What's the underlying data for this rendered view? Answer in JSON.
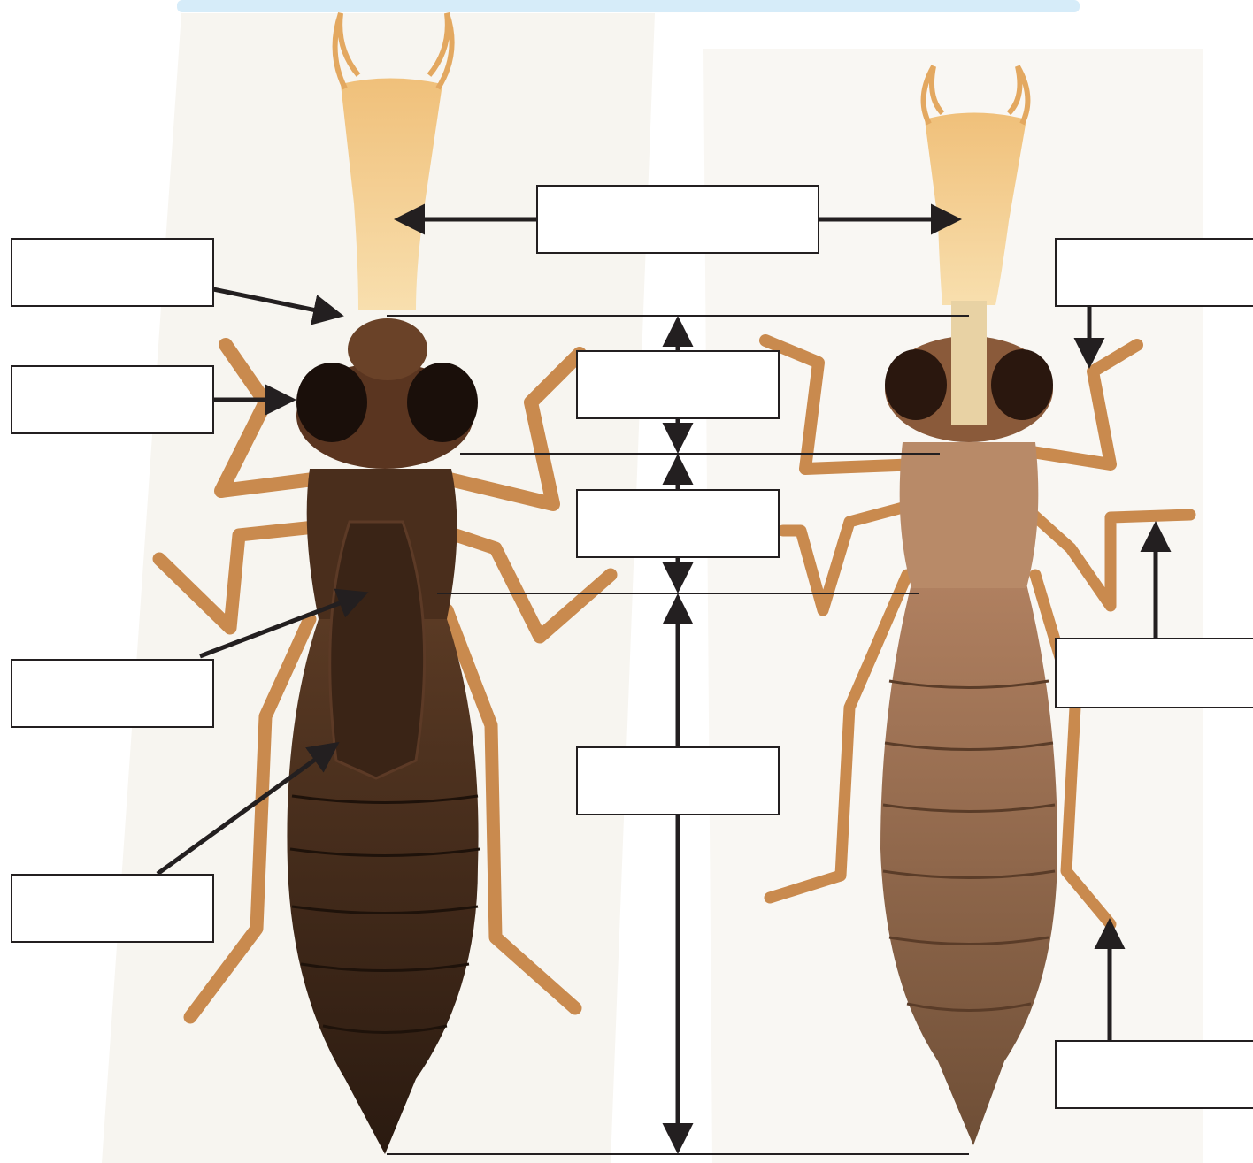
{
  "figure": {
    "description_free": true,
    "colors": {
      "background": "#ffffff",
      "top_band": "#d6ecf9",
      "line": "#231f20",
      "dark_nymph_body": "#3b2415",
      "dark_nymph_legs": "#c98a4e",
      "light_nymph_body": "#8a6142",
      "light_nymph_legs": "#c98a4e",
      "labium": "#f1c98a",
      "eye": "#1a0f0a"
    },
    "labels": [
      {
        "id": "mask-label",
        "text": ""
      },
      {
        "id": "head-label",
        "text": ""
      },
      {
        "id": "thorax-label",
        "text": ""
      },
      {
        "id": "abdomen-label",
        "text": ""
      },
      {
        "id": "labium-base-label",
        "text": ""
      },
      {
        "id": "eye-label",
        "text": ""
      },
      {
        "id": "forewing-pad-label",
        "text": ""
      },
      {
        "id": "hindwing-pad-label",
        "text": ""
      },
      {
        "id": "foreleg-label",
        "text": ""
      },
      {
        "id": "midleg-label",
        "text": ""
      },
      {
        "id": "hindleg-label",
        "text": ""
      }
    ]
  }
}
